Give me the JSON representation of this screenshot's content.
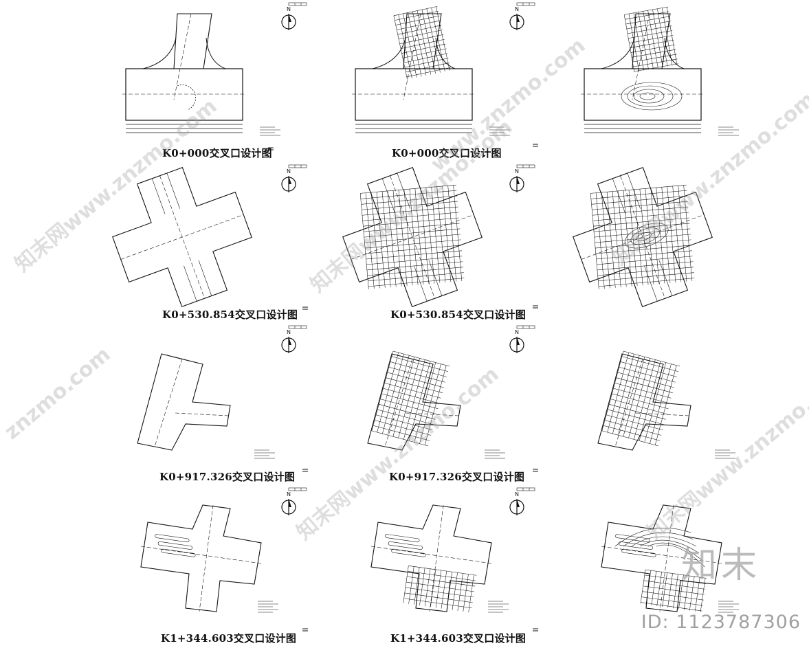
{
  "drawing_titles": [
    "K0+000交叉口设计图",
    "K0+000交叉口设计图",
    "K0+530.854交叉口设计图",
    "K0+530.854交叉口设计图",
    "K0+917.326交叉口设计图",
    "K0+917.326交叉口设计图",
    "K1+344.603交叉口设计图",
    "K1+344.603交叉口设计图"
  ],
  "north_label": "N",
  "watermarks": [
    "知末网www.znzmo.com",
    "www.znzmo.com",
    "znzmo.com"
  ],
  "brand": {
    "logo_text": "知末",
    "id_text": "ID: 1123787306"
  },
  "colors": {
    "line": "#111111",
    "watermark": "#a0a0a0"
  }
}
